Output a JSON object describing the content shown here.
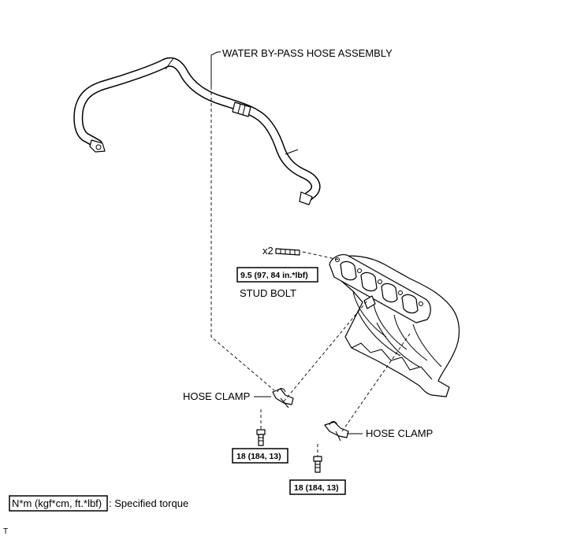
{
  "labels": {
    "hose_assembly": "WATER BY-PASS HOSE ASSEMBLY",
    "stud_bolt": "STUD BOLT",
    "stud_qty": "x2",
    "hose_clamp_left": "HOSE CLAMP",
    "hose_clamp_right": "HOSE CLAMP"
  },
  "torques": {
    "stud_bolt": "9.5 (97, 84 in.*lbf)",
    "bolt_left": "18 (184, 13)",
    "bolt_right": "18 (184, 13)"
  },
  "legend": {
    "unit": "N*m (kgf*cm, ft.*lbf)",
    "description": ": Specified torque"
  },
  "corner_mark": "T"
}
